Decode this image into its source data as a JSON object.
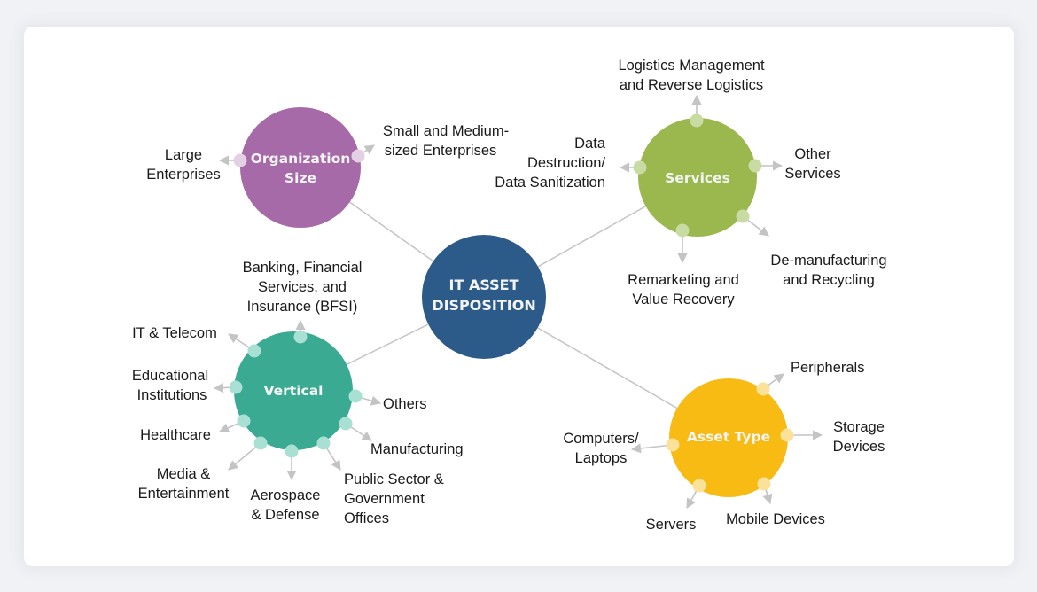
{
  "center": {
    "title_lines": [
      "IT ASSET",
      "DISPOSITION"
    ],
    "color": "#2c5b8a"
  },
  "connector_color": "#c4c4c4",
  "hubs": [
    {
      "id": "organization-size",
      "title_lines": [
        "Organization",
        "Size"
      ],
      "color": "#a66aa9",
      "dot_color": "#e3d0e4",
      "items": [
        {
          "lines": [
            "Large",
            "Enterprises"
          ]
        },
        {
          "lines": [
            "Small and Medium-",
            "sized Enterprises"
          ]
        }
      ]
    },
    {
      "id": "services",
      "title_lines": [
        "Services"
      ],
      "color": "#9bb84f",
      "dot_color": "#c8dba3",
      "items": [
        {
          "lines": [
            "Logistics Management",
            "and Reverse Logistics"
          ]
        },
        {
          "lines": [
            "Data",
            "Destruction/",
            "Data Sanitization"
          ]
        },
        {
          "lines": [
            "Other",
            "Services"
          ]
        },
        {
          "lines": [
            "Remarketing and",
            "Value Recovery"
          ]
        },
        {
          "lines": [
            "De-manufacturing",
            "and Recycling"
          ]
        }
      ]
    },
    {
      "id": "vertical",
      "title_lines": [
        "Vertical"
      ],
      "color": "#3aaa93",
      "dot_color": "#a9e0d4",
      "items": [
        {
          "lines": [
            "Banking, Financial",
            "Services, and",
            "Insurance (BFSI)"
          ]
        },
        {
          "lines": [
            "IT & Telecom"
          ]
        },
        {
          "lines": [
            "Educational",
            "Institutions"
          ]
        },
        {
          "lines": [
            "Healthcare"
          ]
        },
        {
          "lines": [
            "Media &",
            "Entertainment"
          ]
        },
        {
          "lines": [
            "Aerospace",
            "& Defense"
          ]
        },
        {
          "lines": [
            "Public Sector &",
            "Government",
            "Offices"
          ]
        },
        {
          "lines": [
            "Manufacturing"
          ]
        },
        {
          "lines": [
            "Others"
          ]
        }
      ]
    },
    {
      "id": "asset-type",
      "title_lines": [
        "Asset Type"
      ],
      "color": "#f7bb14",
      "dot_color": "#fbe29a",
      "items": [
        {
          "lines": [
            "Peripherals"
          ]
        },
        {
          "lines": [
            "Storage",
            "Devices"
          ]
        },
        {
          "lines": [
            "Computers/",
            "Laptops"
          ]
        },
        {
          "lines": [
            "Servers"
          ]
        },
        {
          "lines": [
            "Mobile Devices"
          ]
        }
      ]
    }
  ]
}
